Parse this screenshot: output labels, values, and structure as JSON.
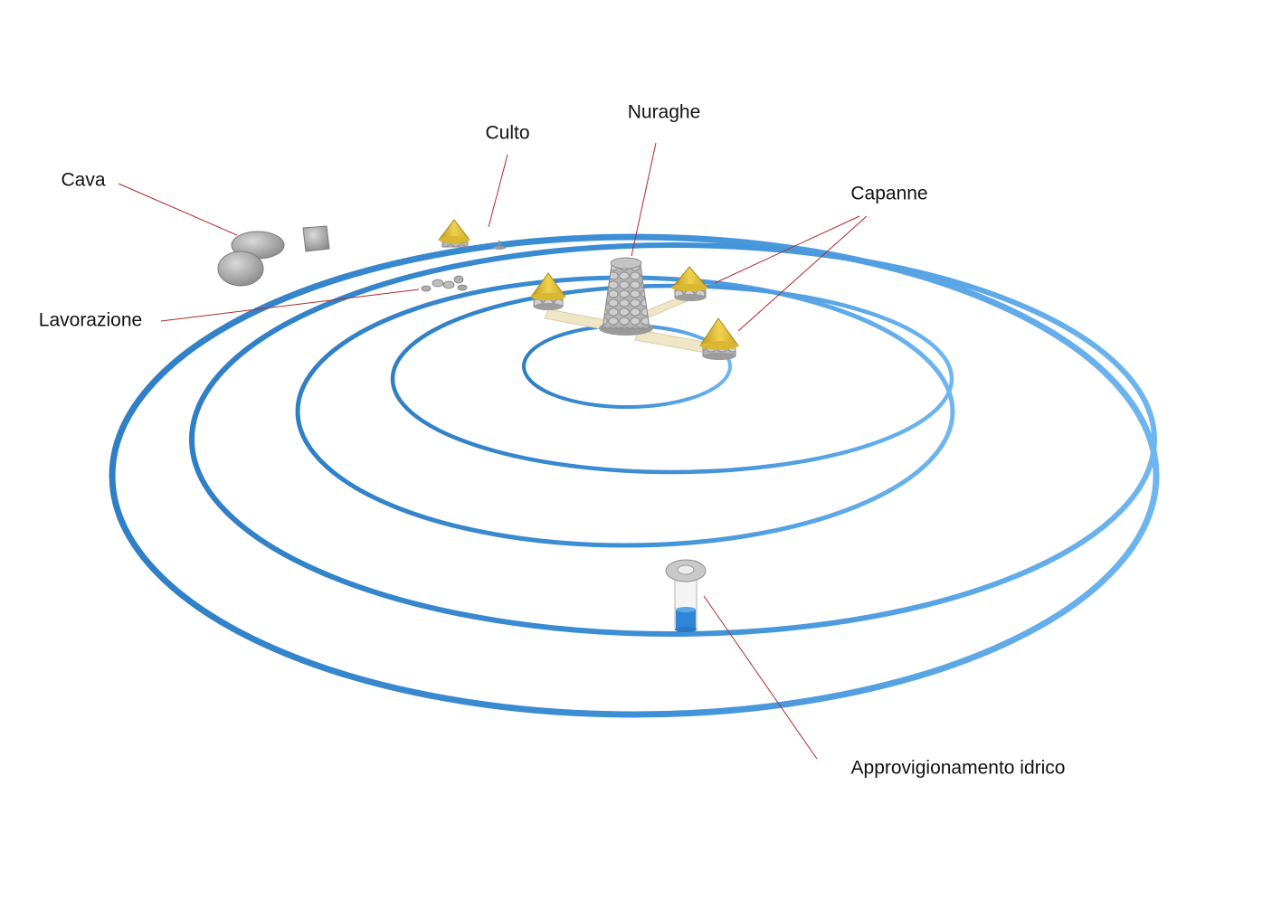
{
  "labels": {
    "cava": "Cava",
    "culto": "Culto",
    "nuraghe": "Nuraghe",
    "capanne": "Capanne",
    "lavorazione": "Lavorazione",
    "approvvigionamento": "Approvigionamento idrico"
  },
  "colors": {
    "ring": "#3d8fd6",
    "ring_highlight": "#6fb6f0",
    "leader_line": "#b22a2a",
    "hut_roof": "#e3c13a",
    "stone": "#a8a8a8",
    "water": "#2f86d8",
    "text": "#111111"
  }
}
